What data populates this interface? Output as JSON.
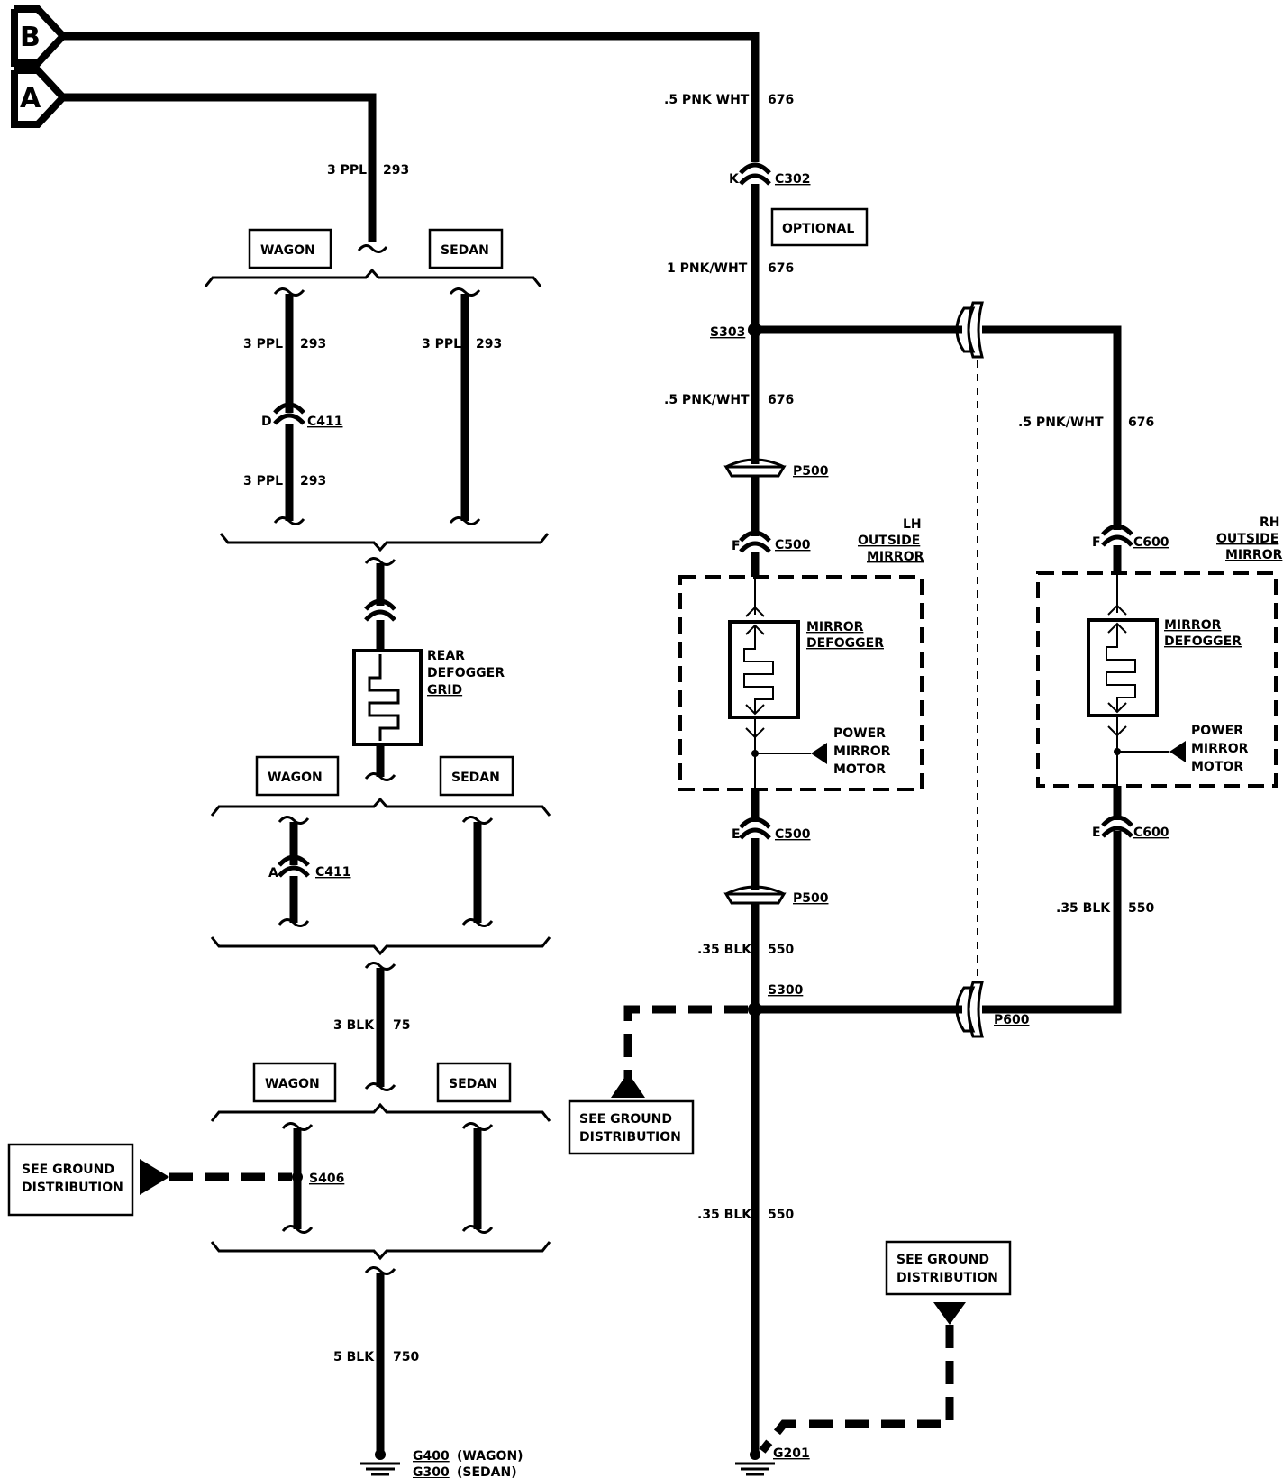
{
  "connectors": {
    "b": "B",
    "a": "A"
  },
  "variants": {
    "wagon": "WAGON",
    "sedan": "SEDAN",
    "optional": "OPTIONAL"
  },
  "wires": {
    "w293_top_color": "3 PPL",
    "w293_top_num": "293",
    "w293_l1_color": "3 PPL",
    "w293_l1_num": "293",
    "w293_l2_color": "3 PPL",
    "w293_l2_num": "293",
    "w293_r_color": "3 PPL",
    "w293_r_num": "293",
    "w75_color": "3 BLK",
    "w75_num": "75",
    "w750_color": "5 BLK",
    "w750_num": "750",
    "w676_a_color": ".5 PNK WHT",
    "w676_a_num": "676",
    "w676_b_color": "1 PNK/WHT",
    "w676_b_num": "676",
    "w676_c_color": ".5 PNK/WHT",
    "w676_c_num": "676",
    "w676_rh_color": ".5 PNK/WHT",
    "w676_rh_num": "676",
    "w550_a_color": ".35 BLK",
    "w550_a_num": "550",
    "w550_b_color": ".35 BLK",
    "w550_b_num": "550",
    "w550_rh_color": ".35 BLK",
    "w550_rh_num": "550"
  },
  "terminals": {
    "d": "D",
    "a": "A",
    "k": "K",
    "f1": "F",
    "e1": "E",
    "f2": "F",
    "e2": "E"
  },
  "components": {
    "c411": "C411",
    "c302": "C302",
    "s303": "S303",
    "p500": "P500",
    "c500": "C500",
    "c600": "C600",
    "s300": "S300",
    "p600": "P600",
    "s406": "S406",
    "g201": "G201",
    "g400": "G400",
    "g400_note": "(WAGON)",
    "g300": "G300",
    "g300_note": "(SEDAN)",
    "rear_defogger": [
      "REAR",
      "DEFOGGER",
      "GRID"
    ],
    "lh_mirror": [
      "LH",
      "OUTSIDE",
      "MIRROR"
    ],
    "rh_mirror": [
      "RH",
      "OUTSIDE",
      "MIRROR"
    ],
    "mirror_defogger": [
      "MIRROR",
      "DEFOGGER"
    ],
    "power_mirror_motor": [
      "POWER",
      "MIRROR",
      "MOTOR"
    ]
  },
  "notes": {
    "ground_line1": "SEE GROUND",
    "ground_line2": "DISTRIBUTION"
  }
}
